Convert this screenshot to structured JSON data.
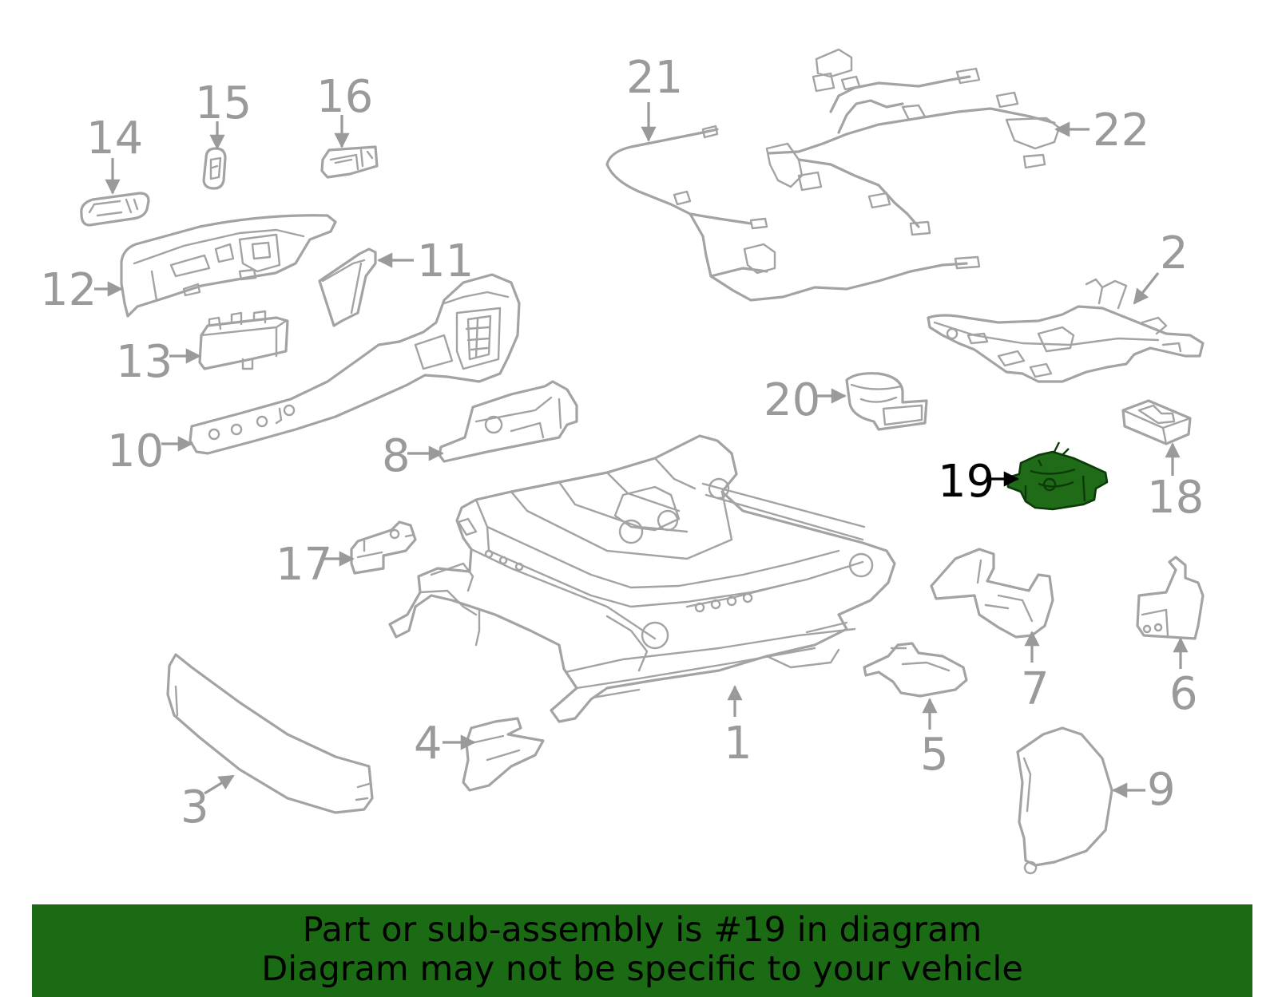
{
  "diagram": {
    "highlighted_part": "19",
    "callouts": [
      "1",
      "2",
      "3",
      "4",
      "5",
      "6",
      "7",
      "8",
      "9",
      "10",
      "11",
      "12",
      "13",
      "14",
      "15",
      "16",
      "17",
      "18",
      "19",
      "20",
      "21",
      "22"
    ]
  },
  "banner": {
    "line1": "Part or sub-assembly is #19 in diagram",
    "line2": "Diagram may not be specific to your vehicle"
  },
  "colors": {
    "line_art": "#a3a3a3",
    "highlight": "#1f6b17",
    "banner_bg": "#1b6b14",
    "text_active": "#000000"
  }
}
